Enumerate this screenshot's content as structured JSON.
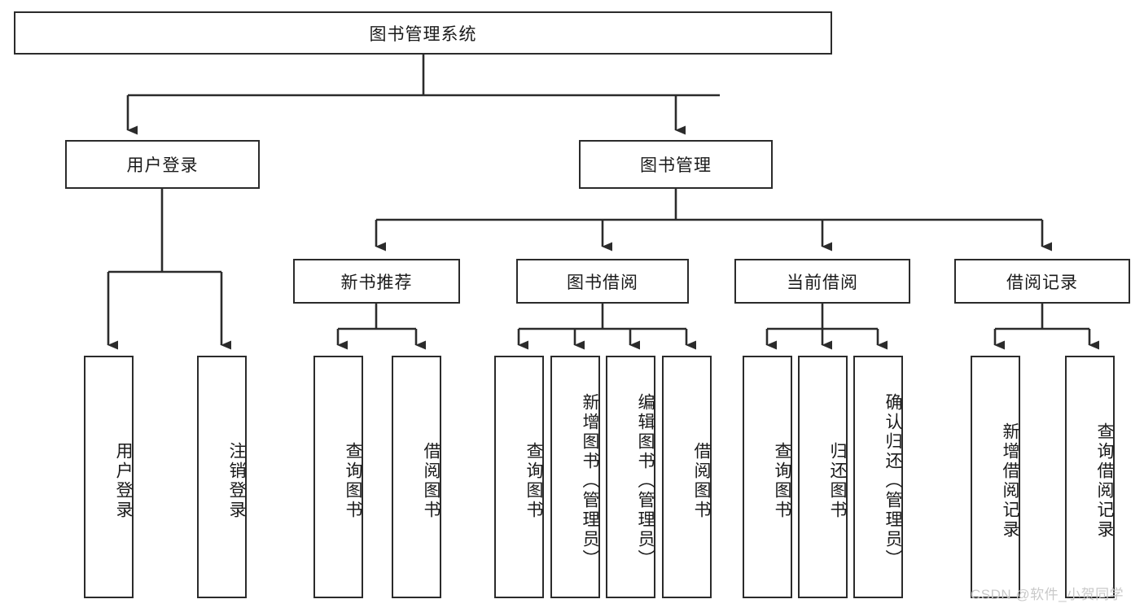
{
  "diagram": {
    "title": "图书管理系统",
    "type": "hierarchy-tree",
    "watermark": "CSDN @软件_小贺同学",
    "colors": {
      "background": "#ffffff",
      "border": "#2b2b2b",
      "text": "#1a1a1a",
      "watermark": "#c9c9c9"
    },
    "root": {
      "label": "图书管理系统"
    },
    "level2": [
      {
        "id": "user-login",
        "label": "用户登录"
      },
      {
        "id": "book-manage",
        "label": "图书管理"
      }
    ],
    "level3": [
      {
        "id": "new-book-recommend",
        "label": "新书推荐",
        "parent": "book-manage"
      },
      {
        "id": "book-borrow",
        "label": "图书借阅",
        "parent": "book-manage"
      },
      {
        "id": "current-borrow",
        "label": "当前借阅",
        "parent": "book-manage"
      },
      {
        "id": "borrow-record",
        "label": "借阅记录",
        "parent": "book-manage"
      }
    ],
    "leaves": [
      {
        "id": "leaf-user-login",
        "label": "用户登录",
        "parent": "user-login"
      },
      {
        "id": "leaf-logout",
        "label": "注销登录",
        "parent": "user-login"
      },
      {
        "id": "leaf-query-book-1",
        "label": "查询图书",
        "parent": "new-book-recommend"
      },
      {
        "id": "leaf-borrow-book-1",
        "label": "借阅图书",
        "parent": "new-book-recommend"
      },
      {
        "id": "leaf-query-book-2",
        "label": "查询图书",
        "parent": "book-borrow"
      },
      {
        "id": "leaf-add-book",
        "label": "新增图书（管理员）",
        "parent": "book-borrow"
      },
      {
        "id": "leaf-edit-book",
        "label": "编辑图书（管理员）",
        "parent": "book-borrow"
      },
      {
        "id": "leaf-borrow-book-2",
        "label": "借阅图书",
        "parent": "book-borrow"
      },
      {
        "id": "leaf-query-book-3",
        "label": "查询图书",
        "parent": "current-borrow"
      },
      {
        "id": "leaf-return-book",
        "label": "归还图书",
        "parent": "current-borrow"
      },
      {
        "id": "leaf-confirm-return",
        "label": "确认归还（管理员）",
        "parent": "current-borrow"
      },
      {
        "id": "leaf-add-record",
        "label": "新增借阅记录",
        "parent": "borrow-record"
      },
      {
        "id": "leaf-query-record",
        "label": "查询借阅记录",
        "parent": "borrow-record"
      }
    ]
  }
}
